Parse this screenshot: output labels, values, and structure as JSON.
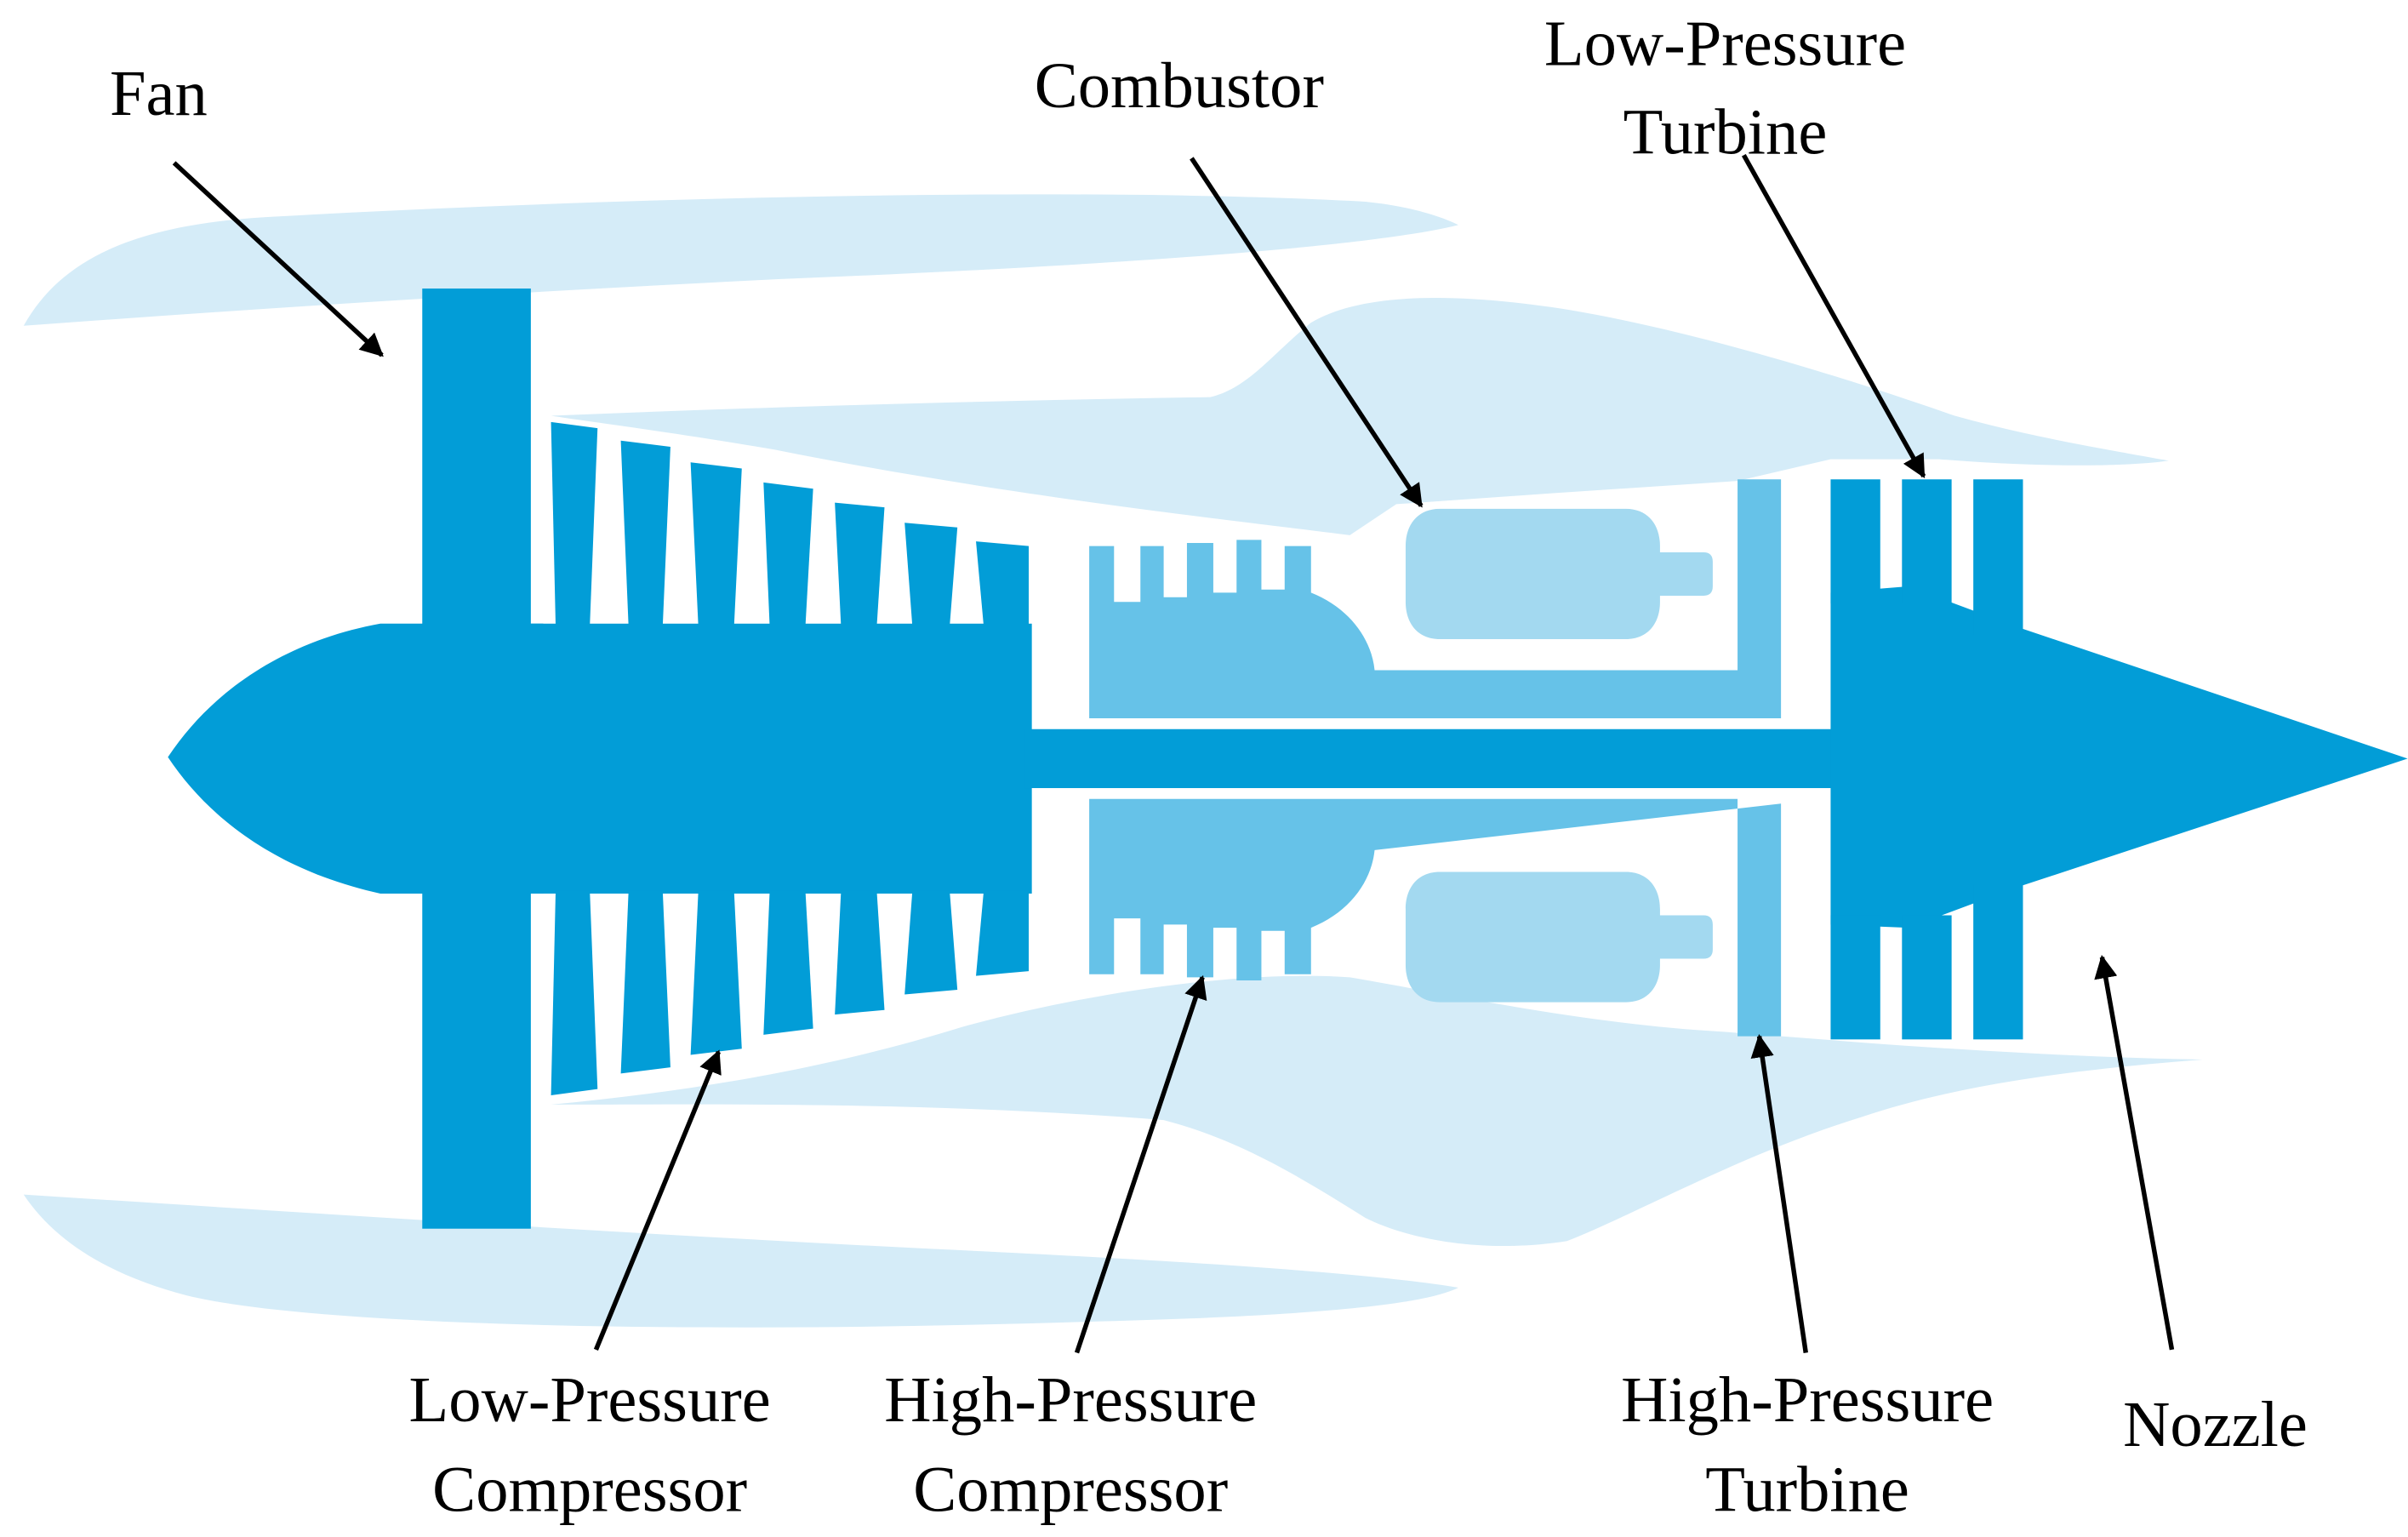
{
  "colors": {
    "primary": "#029dd7",
    "secondary": "#66c2e8",
    "combustor": "#a3d9f0",
    "casing": "#d5ecf8",
    "ink": "#000000"
  },
  "labels": {
    "fan": "Fan",
    "combustor": "Combustor",
    "lpt_line1": "Low-Pressure",
    "lpt_line2": "Turbine",
    "lpc_line1": "Low-Pressure",
    "lpc_line2": "Compressor",
    "hpc_line1": "High-Pressure",
    "hpc_line2": "Compressor",
    "hpt_line1": "High-Pressure",
    "hpt_line2": "Turbine",
    "nozzle": "Nozzle"
  }
}
